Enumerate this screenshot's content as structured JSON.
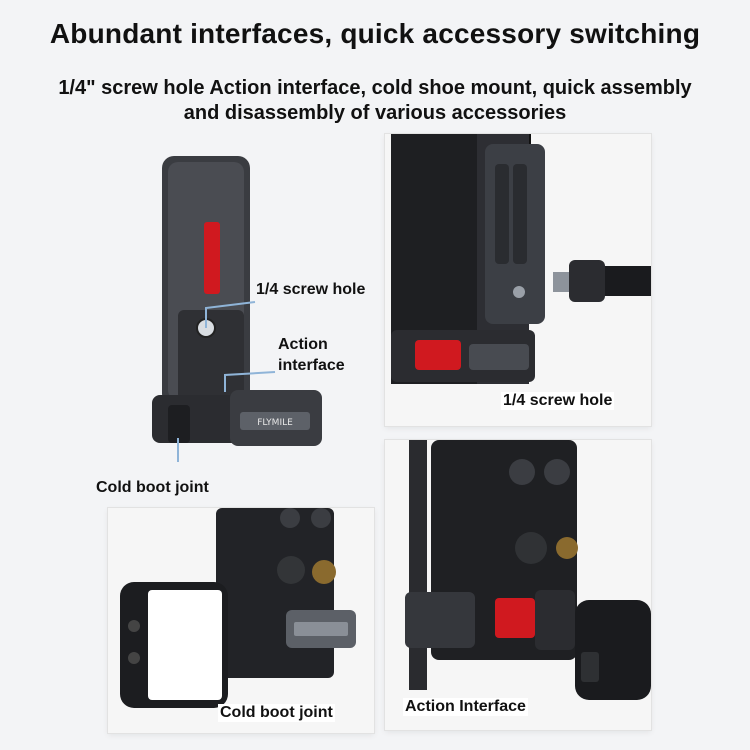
{
  "header": {
    "title": "Abundant interfaces, quick accessory switching",
    "subtitle": "1/4\" screw hole Action interface, cold shoe mount, quick assembly and disassembly of various accessories"
  },
  "main_product": {
    "labels": {
      "screw_hole": "1/4 screw hole",
      "action_line1": "Action",
      "action_line2": "interface",
      "cold_boot": "Cold boot joint"
    }
  },
  "panels": {
    "top_right": {
      "caption": "1/4 screw hole"
    },
    "bottom_left": {
      "caption": "Cold boot joint"
    },
    "bottom_right": {
      "caption": "Action Interface"
    }
  },
  "brand": "FLYMILE",
  "colors": {
    "accent_red": "#d0191f",
    "dark_metal": "#2b2c30",
    "callout": "#8fb4d8"
  }
}
